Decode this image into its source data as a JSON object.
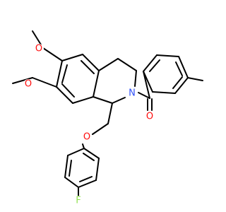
{
  "molecule": {
    "atoms": {
      "o_methoxy_top": {
        "symbol": "O",
        "color": "#ff0d0d"
      },
      "o_methoxy_bottom": {
        "symbol": "O",
        "color": "#ff0d0d"
      },
      "n_ring": {
        "symbol": "N",
        "color": "#3050f8"
      },
      "o_carbonyl": {
        "symbol": "O",
        "color": "#ff0d0d"
      },
      "o_ether": {
        "symbol": "O",
        "color": "#ff0d0d"
      },
      "f_para": {
        "symbol": "F",
        "color": "#90e050"
      }
    }
  }
}
